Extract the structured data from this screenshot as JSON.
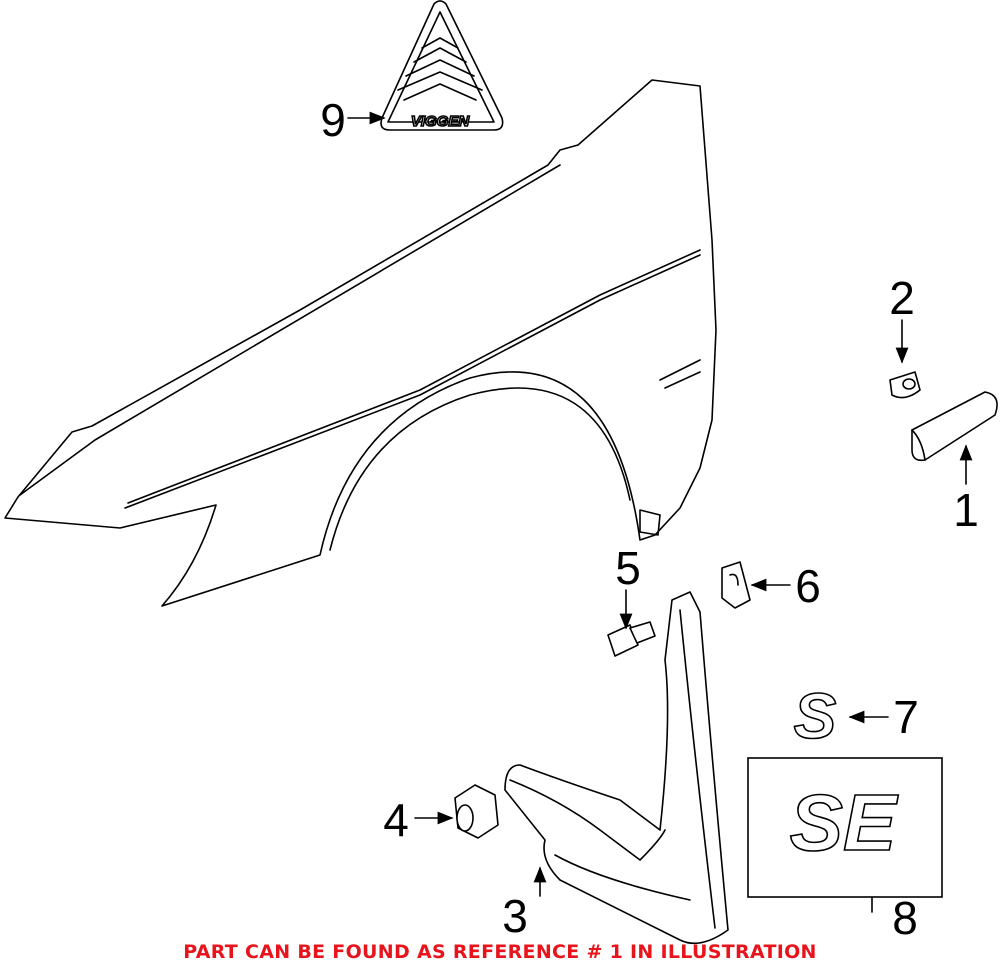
{
  "diagram": {
    "callouts": [
      {
        "label": "1",
        "part": "molding"
      },
      {
        "label": "2",
        "part": "clip"
      },
      {
        "label": "3",
        "part": "mud-flap"
      },
      {
        "label": "4",
        "part": "nut"
      },
      {
        "label": "5",
        "part": "bolt"
      },
      {
        "label": "6",
        "part": "clip"
      },
      {
        "label": "7",
        "part": "emblem-s"
      },
      {
        "label": "8",
        "part": "emblem-se"
      },
      {
        "label": "9",
        "part": "emblem-viggen"
      }
    ],
    "emblem_viggen_text": "VIGGEN",
    "emblem_s_text": "S",
    "emblem_se_text": "SE",
    "notice": "PART CAN BE FOUND AS REFERENCE # 1 IN ILLUSTRATION",
    "notice_color": "#e8141c"
  }
}
